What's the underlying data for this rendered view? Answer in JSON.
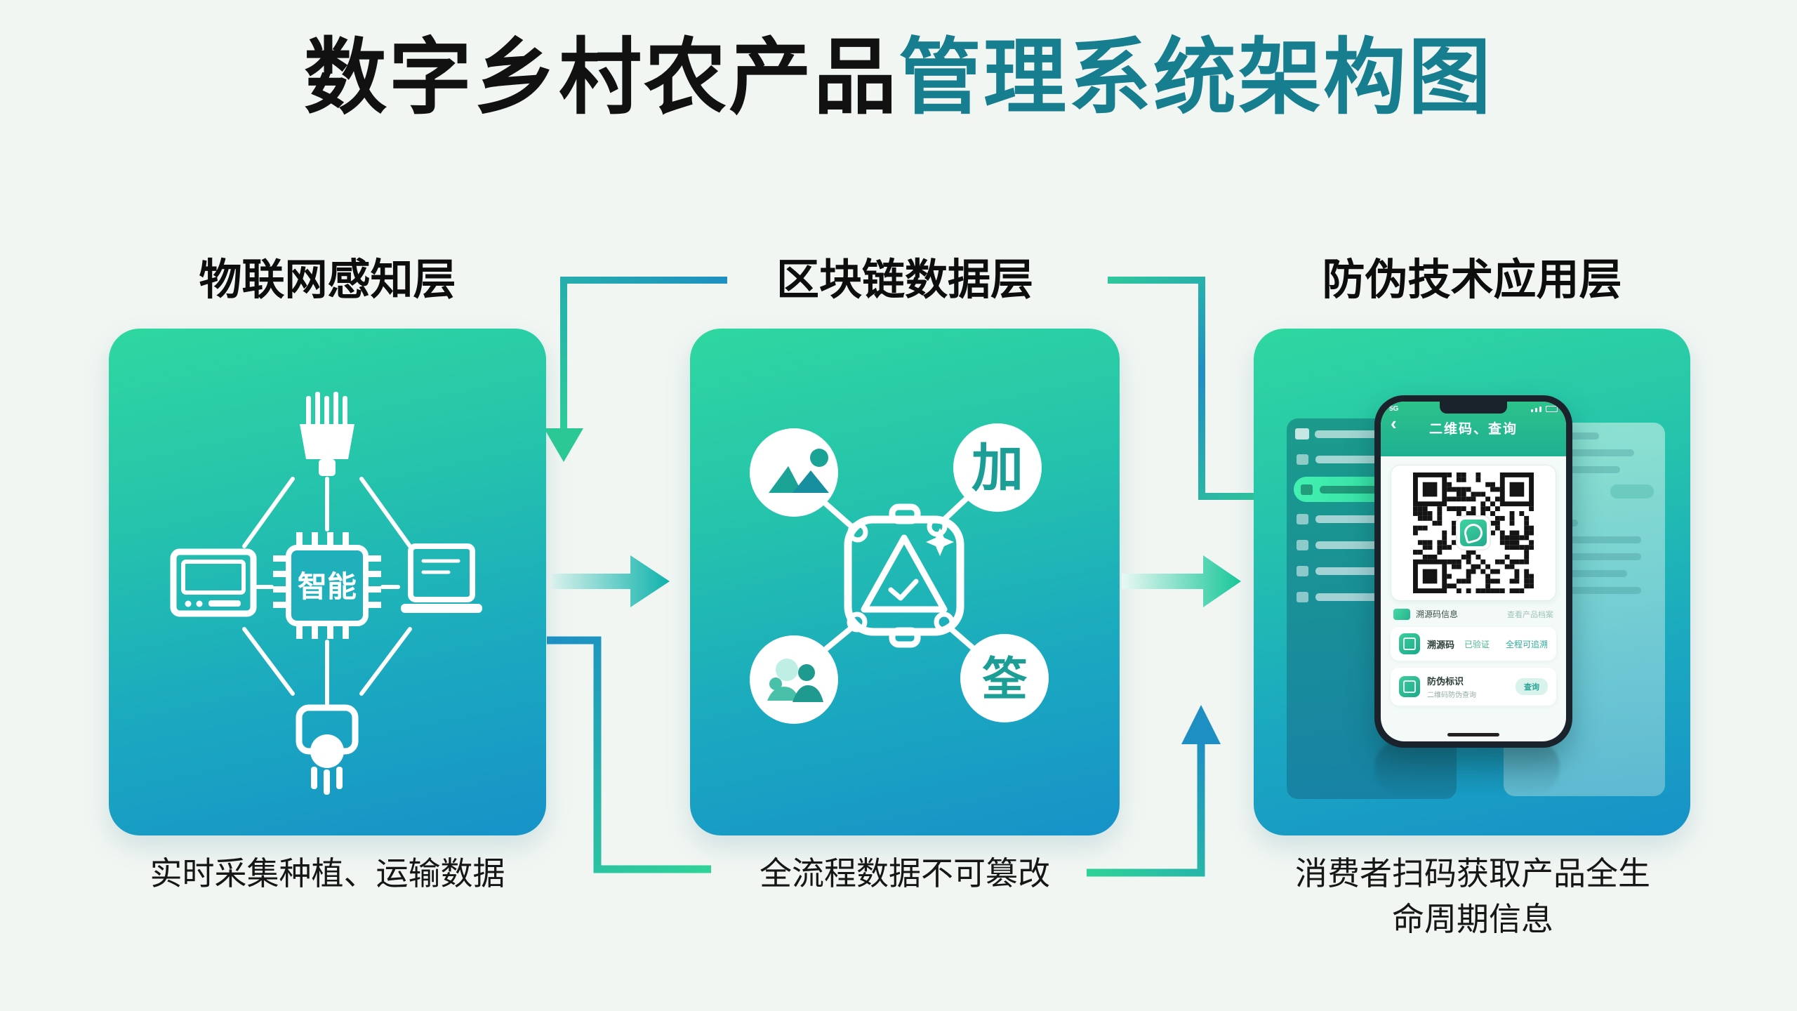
{
  "title": {
    "part_black": "数字乡村农产品",
    "part_teal": "管理系统架构图"
  },
  "sections": {
    "iot": {
      "heading": "物联网感知层",
      "caption": "实时采集种植、运输数据",
      "chip_label": "智能"
    },
    "blockchain": {
      "heading": "区块链数据层",
      "caption": "全流程数据不可篡改",
      "node_encrypt": "加",
      "node_seal": "筌"
    },
    "app": {
      "heading": "防伪技术应用层",
      "caption": "消费者扫码获取产品全生命周期信息"
    }
  },
  "phone": {
    "status_left": "5G",
    "back_glyph": "‹",
    "header_title": "二维码、查询",
    "row_scan": {
      "label": "溯源码信息",
      "hint": "查看产品档案"
    },
    "row_trace": {
      "label": "溯源码",
      "status": "已验证",
      "hint": "全程可追溯"
    },
    "row_verify": {
      "label": "防伪标识",
      "sub": "二维码防伪查询",
      "badge": "查询"
    }
  },
  "colors": {
    "title_teal": "#177e90",
    "panel_gradient_top": "#2fd7a0",
    "panel_gradient_bottom": "#1792c8",
    "connector_green": "#2ecf96",
    "connector_blue": "#1e8fc2",
    "arrow_teal": "#10b0ac",
    "app_green": "#22b583"
  }
}
